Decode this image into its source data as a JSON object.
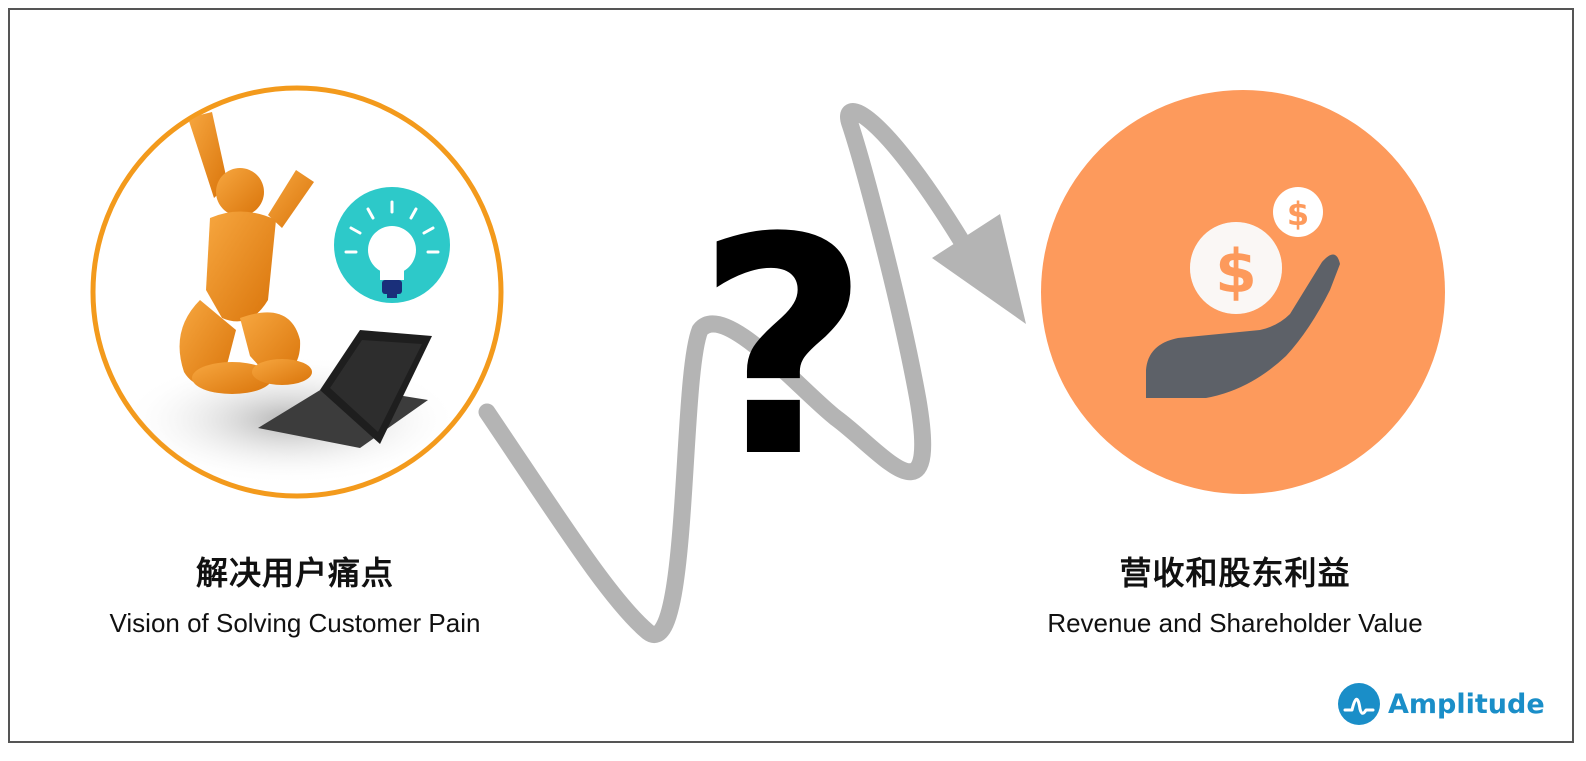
{
  "left": {
    "title_cn": "解决用户痛点",
    "title_en": "Vision of Solving Customer Pain"
  },
  "middle": {
    "symbol": "?"
  },
  "right": {
    "title_cn": "营收和股东利益",
    "title_en": "Revenue and Shareholder Value",
    "coin_symbol": "$"
  },
  "brand": {
    "name": "Amplitude"
  },
  "colors": {
    "left_ring": "#f39a1c",
    "figure": "#e8820f",
    "bulb_badge": "#2dc9c9",
    "right_circle": "#fd9a5c",
    "hand": "#5d6168",
    "arrow": "#b4b4b4",
    "brand": "#1a8ec8"
  }
}
